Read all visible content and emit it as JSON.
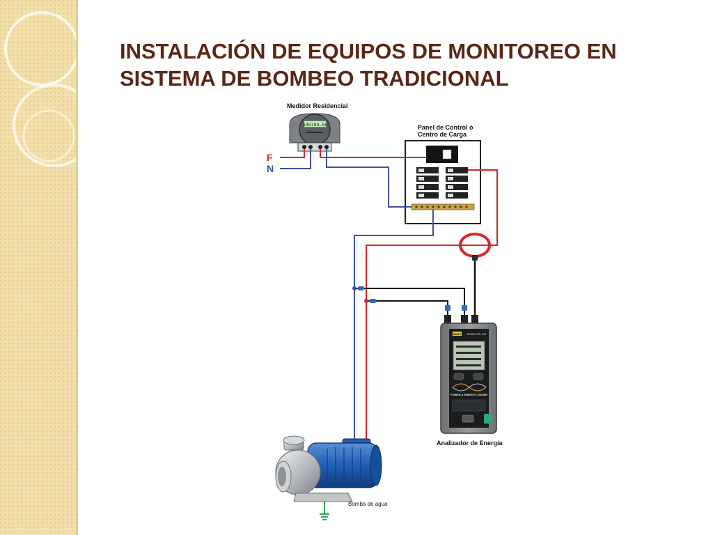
{
  "slide": {
    "title_line1": "INSTALACIÓN DE EQUIPOS DE MONITOREO EN",
    "title_line2": "SISTEMA DE BOMBEO TRADICIONAL"
  },
  "diagram": {
    "meter_label": "Medidor Residencial",
    "meter_reading": "145789,56",
    "phase_label": "F",
    "neutral_label": "N",
    "panel_label_line1": "Panel de Control ó",
    "panel_label_line2": "Centro de Carga",
    "analyzer_brand": "AEMC",
    "analyzer_model": "MODEL PEL 103",
    "analyzer_product": "POWER & ENERGY LOGGER",
    "analyzer_label": "Analizador de Energía",
    "pump_label": "Bomba de agua"
  },
  "colors": {
    "title": "#5c2516",
    "phase_wire": "#d9252b",
    "neutral_wire": "#3f4fa6",
    "sensor_wire": "#111111",
    "background_band": "#f3dfaa"
  }
}
